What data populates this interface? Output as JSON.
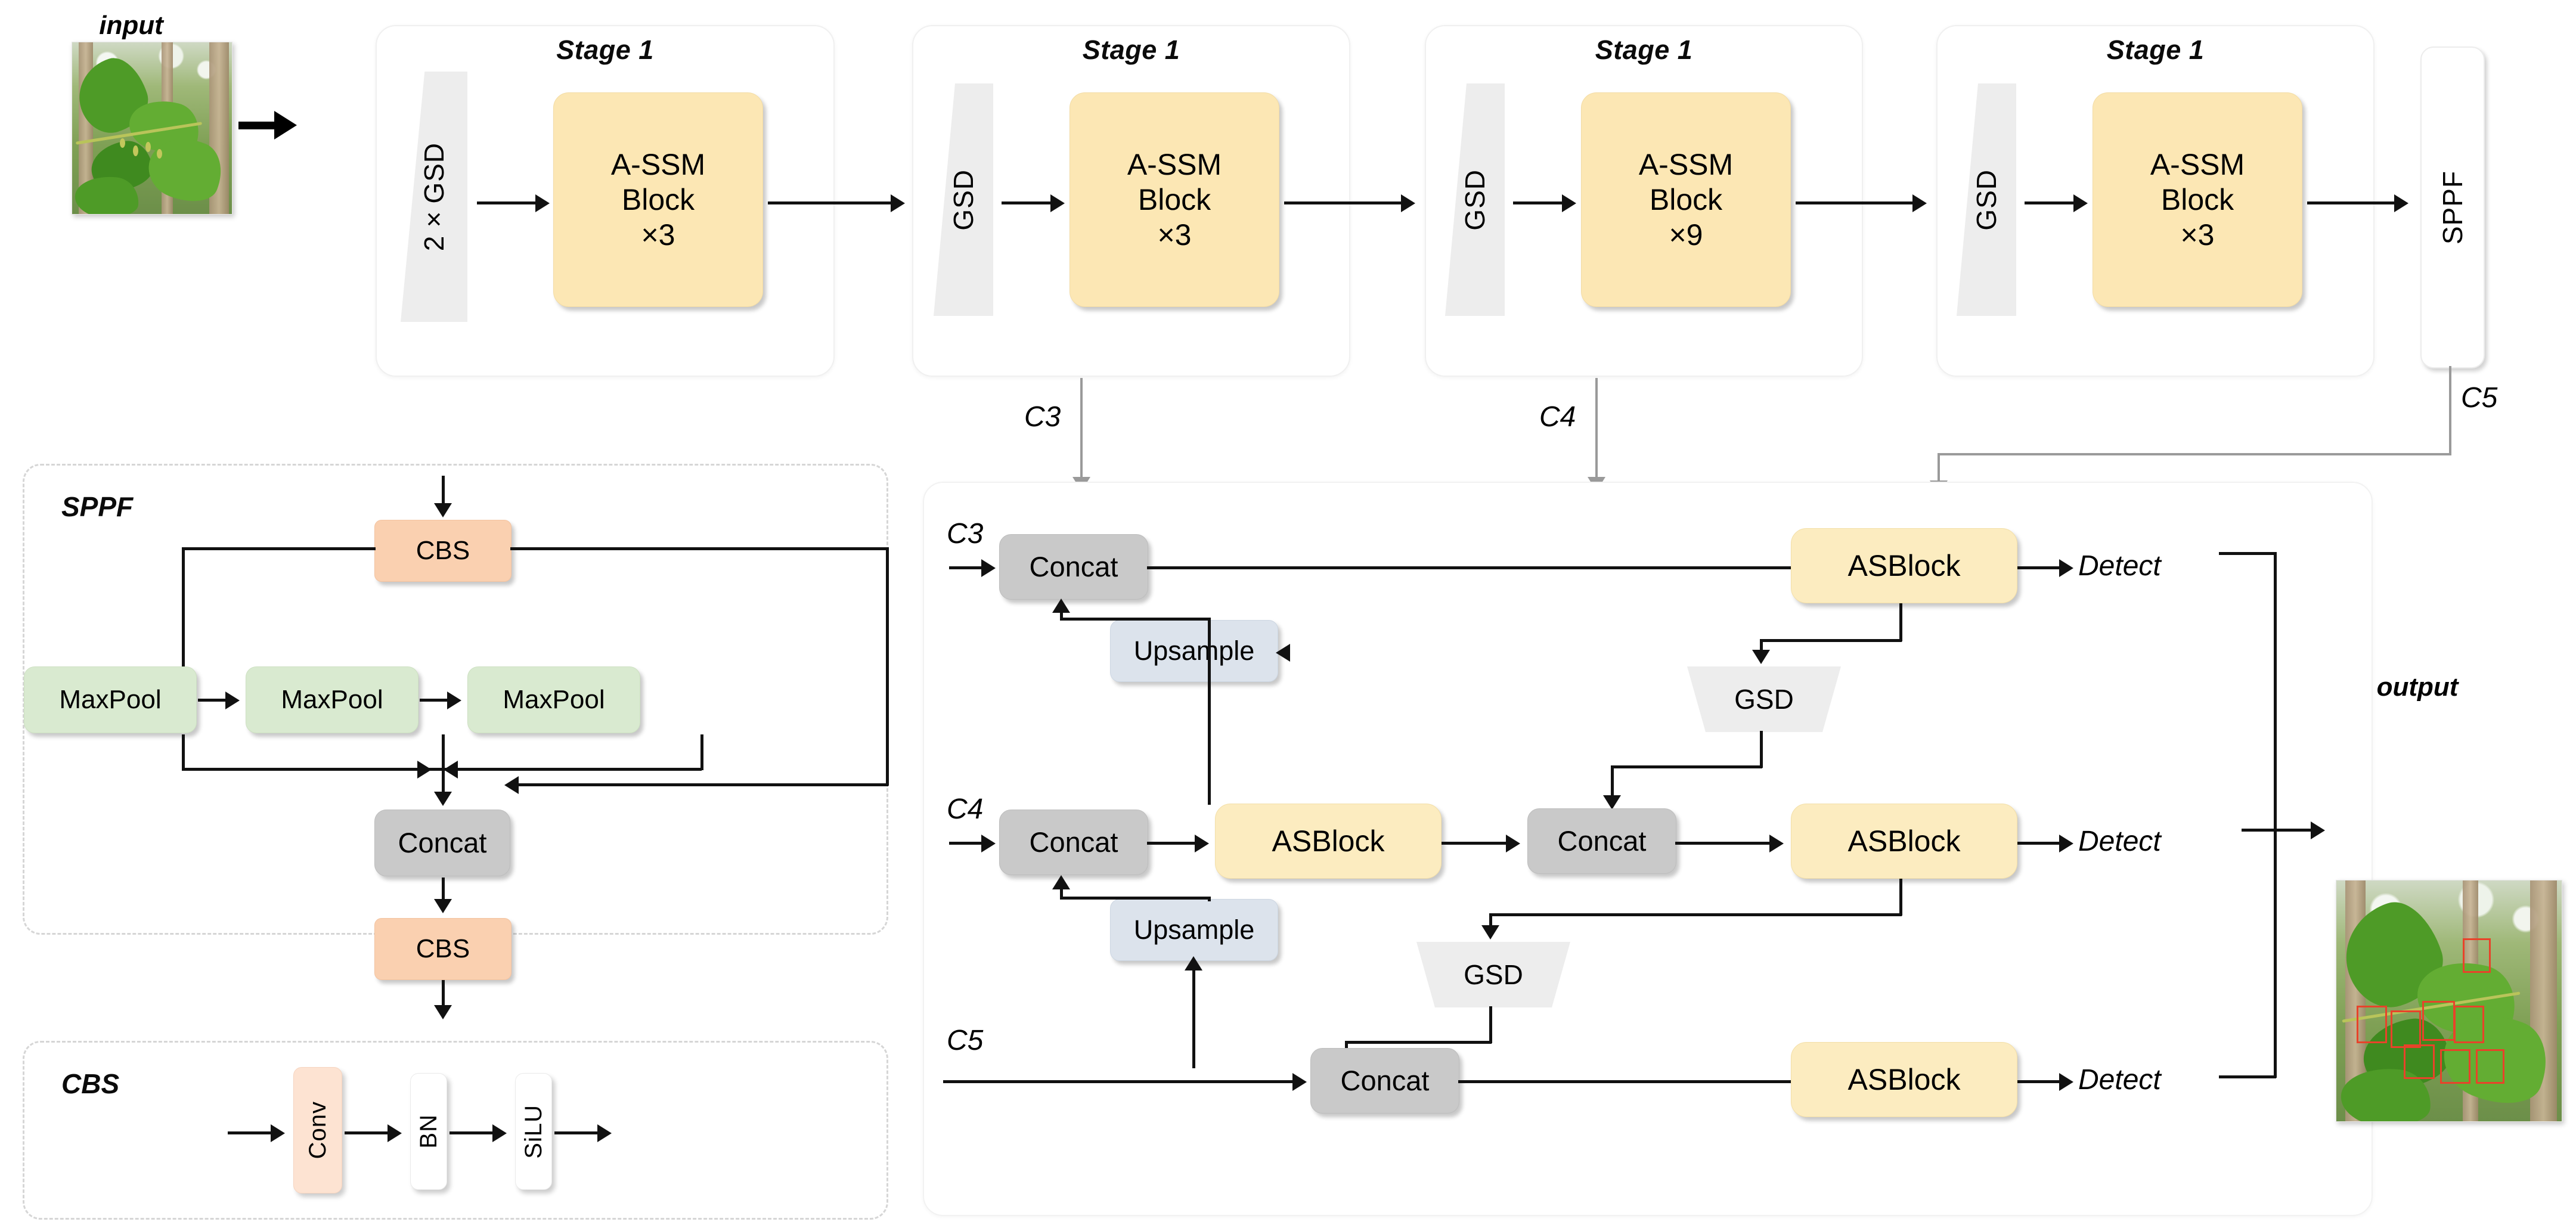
{
  "diagram": {
    "input_caption": "input",
    "output_caption": "output"
  },
  "backbone": {
    "stages": [
      {
        "title": "Stage 1",
        "down": "2×GSD",
        "block_name": "A-SSM",
        "block_sub": "Block",
        "repeat": "×3"
      },
      {
        "title": "Stage 1",
        "down": "GSD",
        "block_name": "A-SSM",
        "block_sub": "Block",
        "repeat": "×3"
      },
      {
        "title": "Stage 1",
        "down": "GSD",
        "block_name": "A-SSM",
        "block_sub": "Block",
        "repeat": "×9"
      },
      {
        "title": "Stage 1",
        "down": "GSD",
        "block_name": "A-SSM",
        "block_sub": "Block",
        "repeat": "×3"
      }
    ],
    "sppf_label": "SPPF"
  },
  "taps": {
    "c3": "C3",
    "c4": "C4",
    "c5": "C5"
  },
  "sppf_detail": {
    "title": "SPPF",
    "cbs_top": "CBS",
    "maxpools": [
      "MaxPool",
      "MaxPool",
      "MaxPool"
    ],
    "concat": "Concat",
    "cbs_bottom": "CBS"
  },
  "cbs_detail": {
    "title": "CBS",
    "items": [
      "Conv",
      "BN",
      "SiLU"
    ]
  },
  "neck": {
    "rows": [
      {
        "tap": "C3",
        "concat_in": "Concat",
        "asblock_out": "ASBlock",
        "detect": "Detect"
      },
      {
        "tap": "C4",
        "concat_in": "Concat",
        "asblock_mid": "ASBlock",
        "concat_mid": "Concat",
        "asblock_out": "ASBlock",
        "detect": "Detect"
      },
      {
        "tap": "C5",
        "concat_in": "Concat",
        "asblock_out": "ASBlock",
        "detect": "Detect"
      }
    ],
    "upsample": "Upsample",
    "gsd": "GSD"
  },
  "colors": {
    "assm_block": "#fce7b4",
    "asblock": "#fcecc0",
    "concat": "#c9c9c9",
    "cbs": "#fad0b0",
    "maxpool": "#d9ead0",
    "upsample": "#dce3ec",
    "gsd": "#ededed",
    "detection_box": "#e8432a"
  }
}
